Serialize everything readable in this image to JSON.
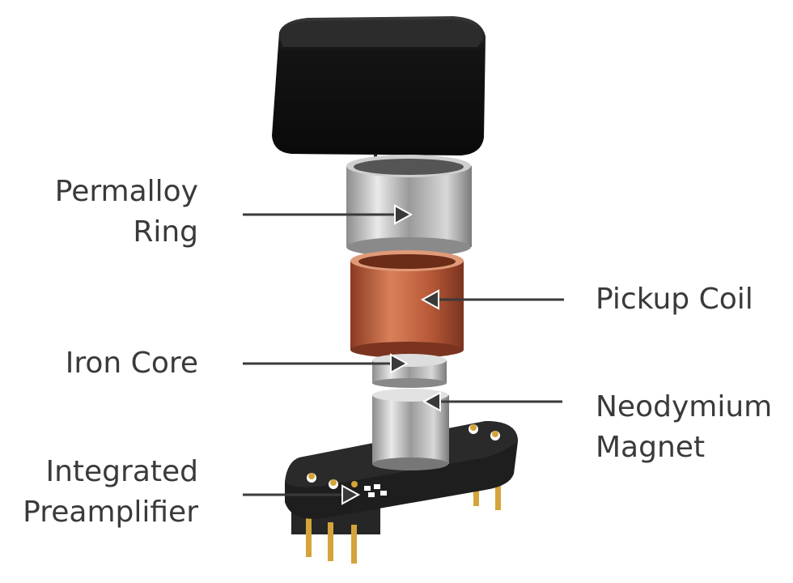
{
  "labels": {
    "permalloy_ring": [
      "Permalloy",
      "Ring"
    ],
    "pickup_coil": "Pickup Coil",
    "iron_core": "Iron Core",
    "neodymium_magnet": [
      "Neodymium",
      "Magnet"
    ],
    "preamplifier": [
      "Integrated",
      "Preamplifier"
    ]
  },
  "colors": {
    "label": "#3a3a3a",
    "arrow": "#3a3a3a",
    "coil": "#c0603e",
    "cap": "#141414",
    "pcb": "#1e1e1e",
    "pins": "#d4a43a"
  }
}
